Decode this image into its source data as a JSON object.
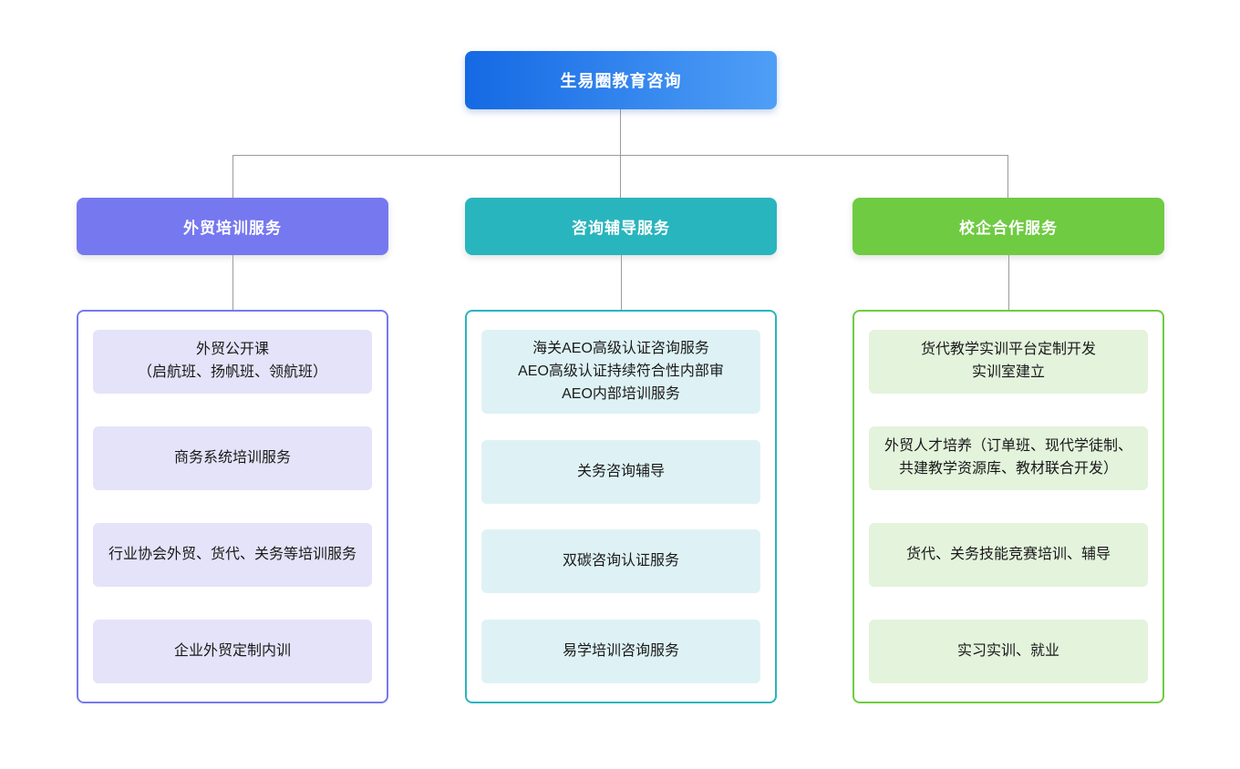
{
  "root": {
    "label": "生易圈教育咨询",
    "gradient": [
      "#1569e3",
      "#4f9ff7"
    ],
    "text_color": "#ffffff"
  },
  "connector_color": "#9b9b9b",
  "branches": [
    {
      "label": "外贸培训服务",
      "accent_color": "#7678f0",
      "item_fill_color": "#e4e3f9",
      "items": [
        "外贸公开课\n（启航班、扬帆班、领航班）",
        "商务系统培训服务",
        "行业协会外贸、货代、关务等培训服务",
        "企业外贸定制内训"
      ]
    },
    {
      "label": "咨询辅导服务",
      "accent_color": "#29b5bd",
      "item_fill_color": "#def2f5",
      "items": [
        "海关AEO高级认证咨询服务\nAEO高级认证持续符合性内部审\nAEO内部培训服务",
        "关务咨询辅导",
        "双碳咨询认证服务",
        "易学培训咨询服务"
      ]
    },
    {
      "label": "校企合作服务",
      "accent_color": "#6fcb42",
      "item_fill_color": "#e3f3dc",
      "items": [
        "货代教学实训平台定制开发\n实训室建立",
        "外贸人才培养（订单班、现代学徒制、共建教学资源库、教材联合开发）",
        "货代、关务技能竞赛培训、辅导",
        "实习实训、就业"
      ]
    }
  ]
}
